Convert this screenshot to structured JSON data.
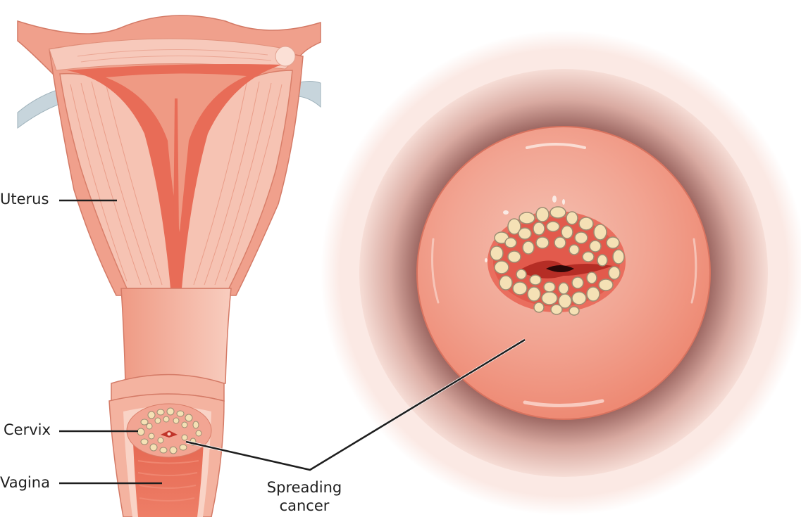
{
  "figure": {
    "title": "Cervical cancer illustration",
    "panels": [
      {
        "id": "left",
        "description": "Cross-section of uterus, cervix and vagina"
      },
      {
        "id": "right",
        "description": "Close-up view of cervix with spreading cancer lesion"
      }
    ]
  },
  "labels": {
    "uterus": "Uterus",
    "cervix": "Cervix",
    "vagina": "Vagina",
    "spreading_line1": "Spreading",
    "spreading_line2": "cancer"
  },
  "colors": {
    "tissue_light": "#f4b3a0",
    "tissue_mid": "#ef8e79",
    "tissue_dark": "#e86c57",
    "muscle": "#f7c7b8",
    "cancer_cells": "#f5e1b5",
    "cell_outline": "#9c8d73",
    "ligament": "#c7d5dc",
    "ring_outer": "#fbe9e4",
    "ring_shadow": "#6e3b37",
    "leader_line": "#1e1e1e",
    "text": "#1e1e1e"
  }
}
